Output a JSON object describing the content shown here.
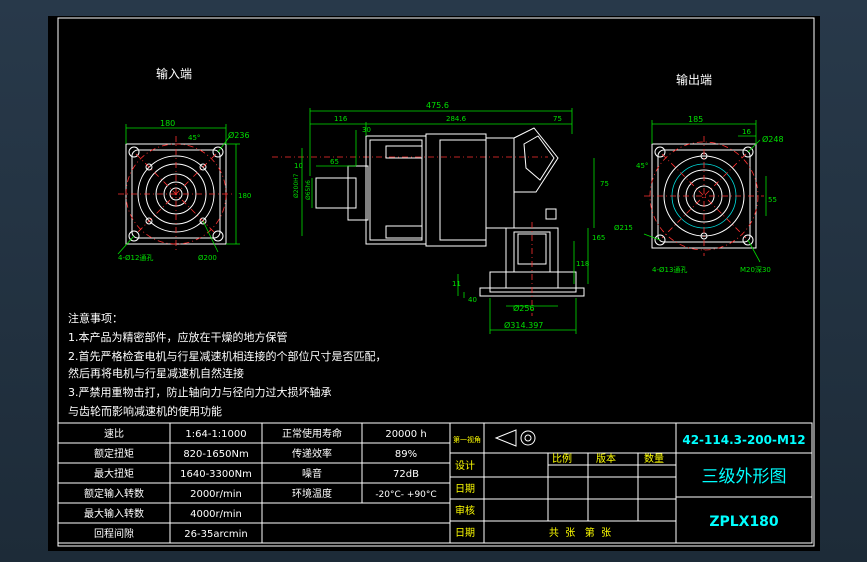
{
  "views": {
    "input_label": "输入端",
    "output_label": "输出端"
  },
  "dims": {
    "input": {
      "width": "180",
      "angle": "45°",
      "dia_bolt": "Ø236",
      "height": "180",
      "holes": "4-Ø12通孔",
      "dia_pilot": "Ø200"
    },
    "side": {
      "total": "475.6",
      "l116": "116",
      "l284": "284.6",
      "l75a": "75",
      "l10": "10",
      "l65": "65",
      "l30": "30",
      "d_flange": "Ø200H7",
      "d_shaft": "Ø65h6",
      "v75": "75",
      "v165": "165",
      "v118": "118",
      "v11": "11",
      "v40": "40",
      "d256": "Ø256",
      "d3147": "Ø314.397"
    },
    "output": {
      "width": "185",
      "w16": "16",
      "dia_248": "Ø248",
      "angle": "45°",
      "v55": "55",
      "dia_215": "Ø215",
      "holes": "4-Ø13通孔",
      "thread": "M20深30"
    }
  },
  "notes": {
    "title": "注意事项：",
    "lines": [
      "1.本产品为精密部件，应放在干燥的地方保管",
      "2.首先严格检查电机与行星减速机相连接的个部位尺寸是否匹配，",
      "然后再将电机与行星减速机自然连接",
      "3.严禁用重物击打，防止轴向力与径向力过大损坏轴承",
      "与齿轮而影响减速机的使用功能"
    ]
  },
  "spec_table": {
    "rows": [
      {
        "label": "速比",
        "value": "1:64-1:1000",
        "label2": "正常使用寿命",
        "value2": "20000 h"
      },
      {
        "label": "额定扭矩",
        "value": "820-1650Nm",
        "label2": "传递效率",
        "value2": "89%"
      },
      {
        "label": "最大扭矩",
        "value": "1640-3300Nm",
        "label2": "噪音",
        "value2": "72dB"
      },
      {
        "label": "额定输入转数",
        "value": "2000r/min",
        "label2": "环境温度",
        "value2": "-20°C- +90°C"
      },
      {
        "label": "最大输入转数",
        "value": "4000r/min",
        "label2": "",
        "value2": ""
      },
      {
        "label": "回程间隙",
        "value": "26-35arcmin",
        "label2": "",
        "value2": ""
      }
    ]
  },
  "title_block": {
    "projection": "第一视角",
    "code": "42-114.3-200-M12",
    "design": "设计",
    "date1": "日期",
    "review": "审核",
    "date2": "日期",
    "scale": "比例",
    "version": "版本",
    "qty": "数量",
    "drawing_name": "三级外形图",
    "model": "ZPLX180",
    "pages": "共  张   第  张"
  }
}
